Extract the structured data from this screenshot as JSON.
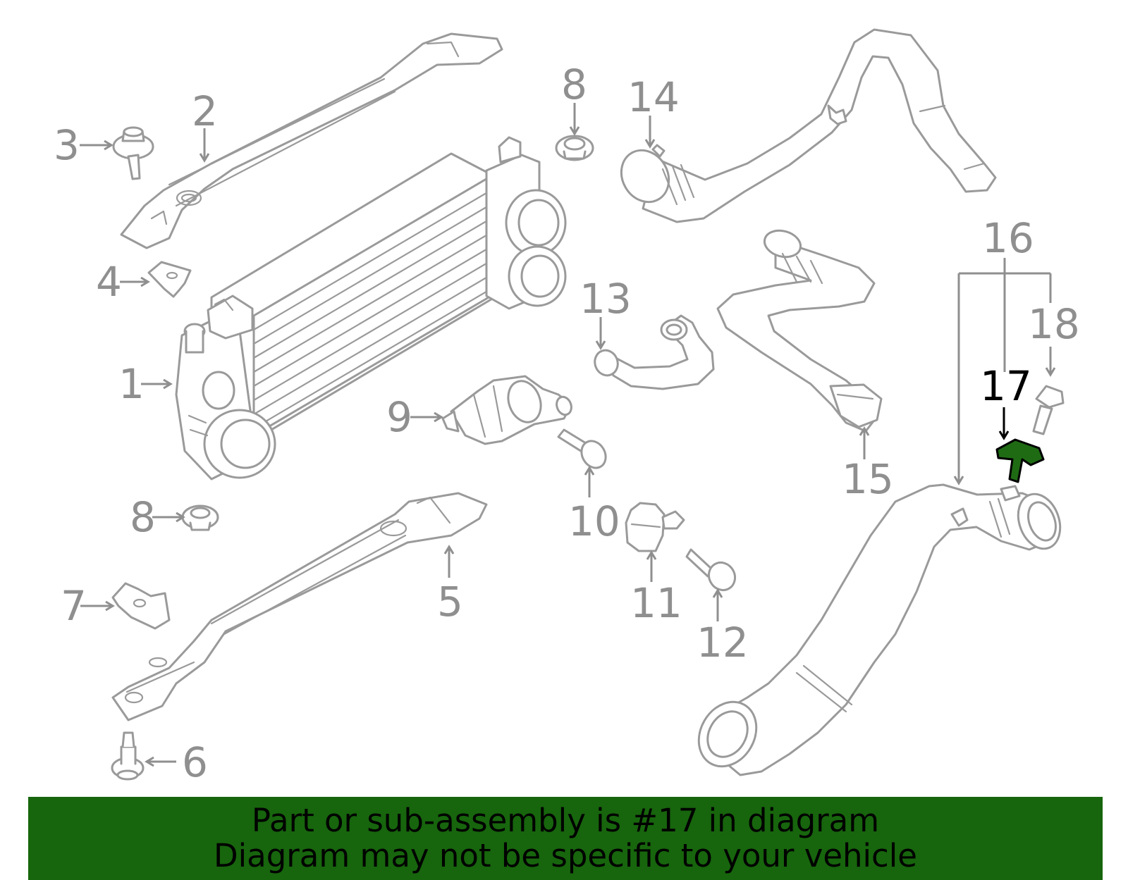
{
  "diagram": {
    "highlighted_part": "17",
    "highlight_color": "#17650d",
    "line_color": "#9a9a9a",
    "callouts": {
      "c1": "1",
      "c2": "2",
      "c3": "3",
      "c4": "4",
      "c5": "5",
      "c6": "6",
      "c7": "7",
      "c8a": "8",
      "c8b": "8",
      "c9": "9",
      "c10": "10",
      "c11": "11",
      "c12": "12",
      "c13": "13",
      "c14": "14",
      "c15": "15",
      "c16": "16",
      "c17": "17",
      "c18": "18"
    }
  },
  "banner": {
    "line1": "Part or sub-assembly is #17 in diagram",
    "line2": "Diagram may not be specific to your vehicle"
  }
}
